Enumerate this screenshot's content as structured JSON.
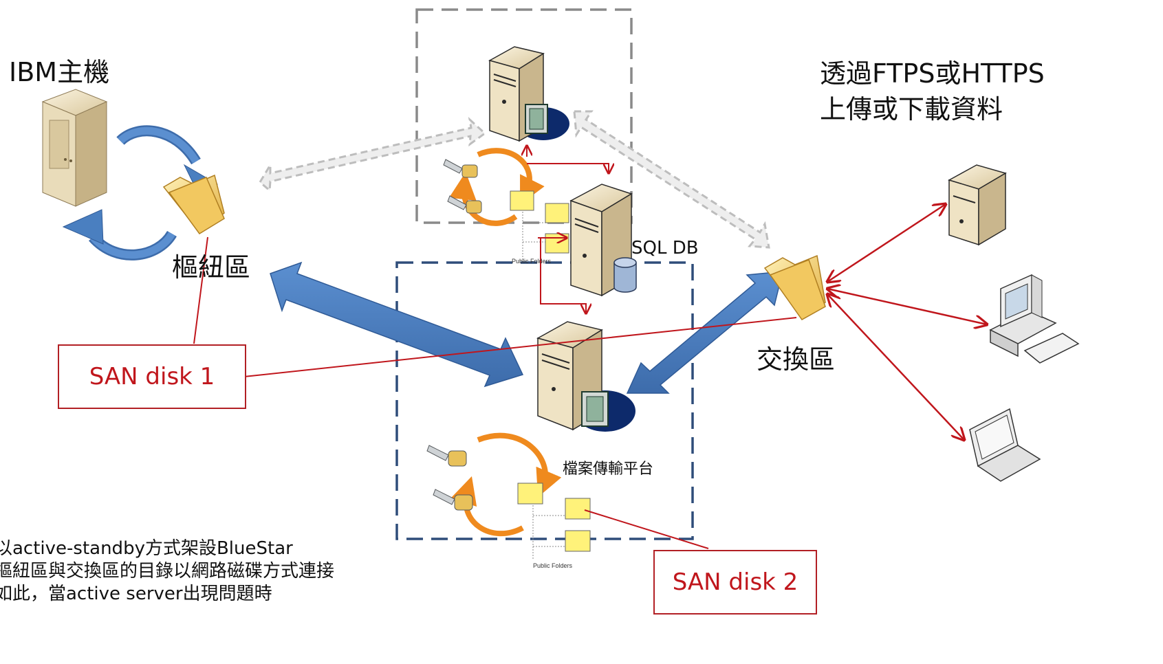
{
  "labels": {
    "ibm_host": "IBM主機",
    "hub_zone": "樞紐區",
    "exchange_zone": "交換區",
    "sql_db": "SQL DB",
    "file_platform": "檔案傳輸平台",
    "upload_line1": "透過FTPS或HTTPS",
    "upload_line2": "上傳或下載資料",
    "public_folders_top": "Public Folders",
    "public_folders_bottom": "Public Folders"
  },
  "san_boxes": {
    "disk1": "SAN disk 1",
    "disk2": "SAN disk 2"
  },
  "notes": [
    "以active-standby方式架設BlueStar",
    "樞紐區與交換區的目錄以網路磁碟方式連接",
    "如此，當active server出現問題時"
  ],
  "colors": {
    "blue_arrow": "#4a7fc0",
    "red_line": "#c0161c",
    "dashed_gray": "#8a8a8a",
    "dashed_blue": "#2f4d7a",
    "orange_cycle": "#ef8a1e"
  },
  "icons": {
    "ibm_server": "tower-server-icon",
    "folder": "folder-icon",
    "server": "server-icon",
    "database": "database-icon",
    "workstation": "desktop-computer-icon",
    "laptop": "laptop-icon",
    "plug": "network-plug-icon"
  }
}
